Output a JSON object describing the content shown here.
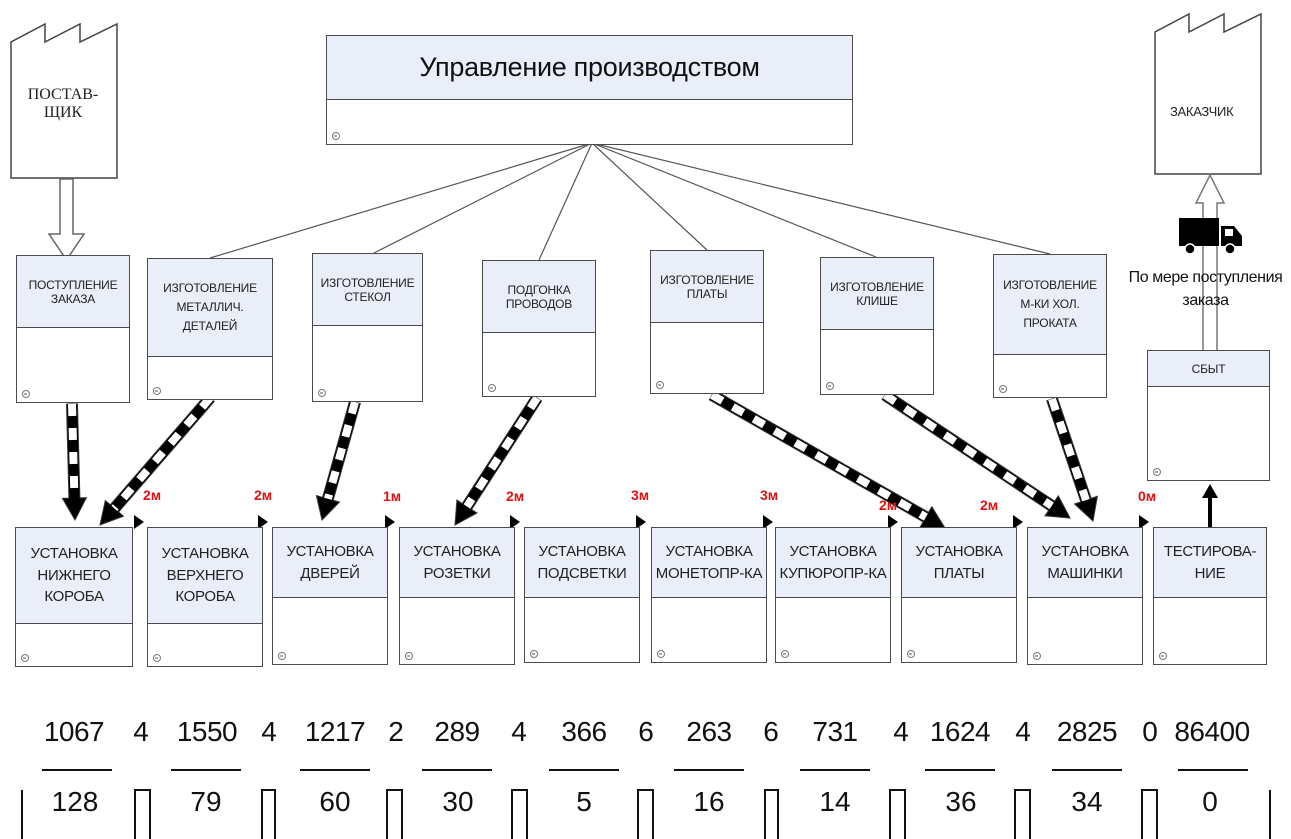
{
  "management": {
    "title": "Управление производством"
  },
  "supplier": {
    "label": "ПОСТАВ-\nЩИК"
  },
  "customer": {
    "label": "ЗАКАЗЧИК"
  },
  "delivery_note": "По мере поступления\nзаказа",
  "sales": {
    "label": "СБЫТ"
  },
  "suppliers": [
    {
      "label": "ПОСТУПЛЕНИЕ\nЗАКАЗА"
    },
    {
      "label": "ИЗГОТОВЛЕНИЕ\nМЕТАЛЛИЧ.\nДЕТАЛЕЙ"
    },
    {
      "label": "ИЗГОТОВЛЕНИЕ\nСТЕКОЛ"
    },
    {
      "label": "ПОДГОНКА\nПРОВОДОВ"
    },
    {
      "label": "ИЗГОТОВЛЕНИЕ\nПЛАТЫ"
    },
    {
      "label": "ИЗГОТОВЛЕНИЕ\nКЛИШЕ"
    },
    {
      "label": "ИЗГОТОВЛЕНИЕ\nМ-КИ ХОЛ.\nПРОКАТА"
    }
  ],
  "operations": [
    {
      "label": "УСТАНОВКА\nНИЖНЕГО\nКОРОБА"
    },
    {
      "label": "УСТАНОВКА\nВЕРХНЕГО\nКОРОБА"
    },
    {
      "label": "УСТАНОВКА\nДВЕРЕЙ"
    },
    {
      "label": "УСТАНОВКА\nРОЗЕТКИ"
    },
    {
      "label": "УСТАНОВКА\nПОДСВЕТКИ"
    },
    {
      "label": "УСТАНОВКА\nМОНЕТОПР-КА"
    },
    {
      "label": "УСТАНОВКА\nКУПЮРОПР-КА"
    },
    {
      "label": "УСТАНОВКА\nПЛАТЫ"
    },
    {
      "label": "УСТАНОВКА\nМАШИНКИ"
    },
    {
      "label": "ТЕСТИРОВА-\nНИЕ"
    }
  ],
  "inventory_labels": [
    "2м",
    "2м",
    "1м",
    "2м",
    "3м",
    "3м",
    "2м",
    "2м",
    "0м"
  ],
  "timeline": {
    "cycle_times": [
      "1067",
      "1550",
      "1217",
      "289",
      "366",
      "263",
      "731",
      "1624",
      "2825",
      "86400"
    ],
    "waits": [
      "4",
      "4",
      "2",
      "4",
      "6",
      "6",
      "4",
      "4",
      "0"
    ],
    "process_times": [
      "128",
      "79",
      "60",
      "30",
      "5",
      "16",
      "14",
      "36",
      "34",
      "0"
    ]
  }
}
